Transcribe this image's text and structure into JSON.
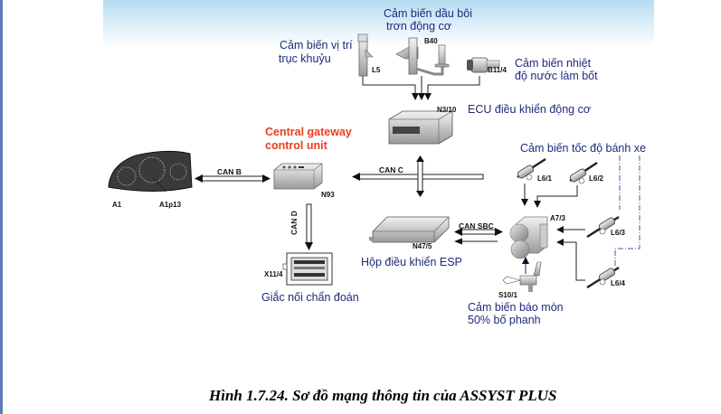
{
  "diagram": {
    "sensors_top": {
      "crankshaft": {
        "label_line1": "Cảm biến vị trí",
        "label_line2": "trục khuỷu",
        "code": "L5"
      },
      "oil": {
        "label_line1": "Cảm biến dầu bôi",
        "label_line2": "trơn động cơ",
        "code": "B40"
      },
      "coolant": {
        "label_line1": "Cảm biến nhiệt",
        "label_line2": "độ nước làm bốt",
        "code": "B11/4"
      }
    },
    "ecu": {
      "code": "N3/10",
      "label": "ECU điều khiển động cơ"
    },
    "gateway": {
      "label_line1": "Central gateway",
      "label_line2": "control unit",
      "code": "N93"
    },
    "cluster": {
      "code_a": "A1",
      "code_b": "A1p13"
    },
    "diag_connector": {
      "code": "X11/4",
      "label": "Giắc nối chẩn đoán"
    },
    "esp": {
      "code": "N47/5",
      "label": "Hộp điều khiển ESP"
    },
    "hydraulic_unit": {
      "code": "A7/3"
    },
    "wheel_speed": {
      "label": "Cảm biến tốc độ bánh xe",
      "codes": [
        "L6/1",
        "L6/2",
        "L6/3",
        "L6/4"
      ]
    },
    "brake_wear": {
      "code": "S10/1",
      "label_line1": "Cảm biến báo mòn",
      "label_line2": "50% bố phanh"
    },
    "buses": {
      "can_b": "CAN B",
      "can_c": "CAN C",
      "can_d": "CAN D",
      "can_sbc": "CAN SBC"
    },
    "accent_colors": {
      "label_text": "#1e2a7a",
      "gateway_title": "#e8401c",
      "dash_line": "#4a5aa0"
    }
  },
  "caption": "Hình 1.7.24. Sơ đồ mạng thông tin của ASSYST PLUS"
}
